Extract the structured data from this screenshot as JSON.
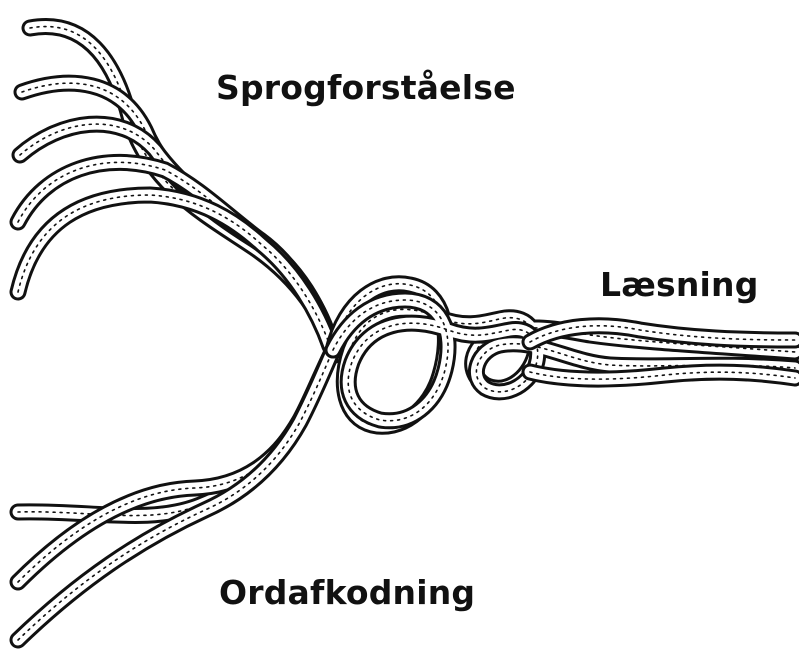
{
  "labels": {
    "top": "Sprogforståelse",
    "right": "Læsning",
    "bottom": "Ordafkodning"
  },
  "colors": {
    "ink": "#111111",
    "paper": "#ffffff"
  }
}
